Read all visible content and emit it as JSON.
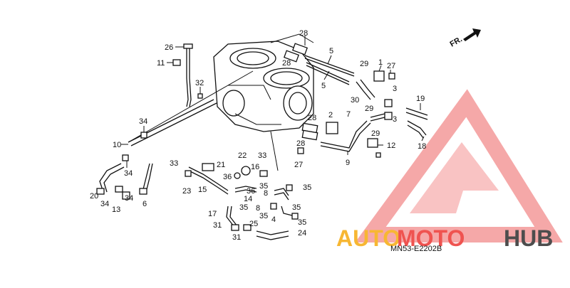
{
  "diagram": {
    "direction_label": "FR.",
    "code": "MN53-E2202B",
    "part_labels": [
      "26",
      "11",
      "32",
      "34",
      "10",
      "34",
      "20",
      "34",
      "13",
      "34",
      "6",
      "33",
      "23",
      "21",
      "15",
      "22",
      "36",
      "33",
      "16",
      "14",
      "36",
      "35",
      "17",
      "31",
      "31",
      "25",
      "24",
      "28",
      "28",
      "5",
      "5",
      "1",
      "27",
      "29",
      "30",
      "3",
      "29",
      "3",
      "19",
      "18",
      "2",
      "7",
      "28",
      "29",
      "28",
      "27",
      "9",
      "12",
      "35",
      "8",
      "35",
      "8",
      "35",
      "4",
      "35",
      "35"
    ]
  },
  "watermark": {
    "brand_part1": "AUTO",
    "brand_part2": "MOTO",
    "brand_part3": "HUB",
    "colors": {
      "auto": "#f7b733",
      "moto": "#ef5350",
      "hub": "#4d4d4d",
      "logo": "#f28b8b"
    }
  }
}
